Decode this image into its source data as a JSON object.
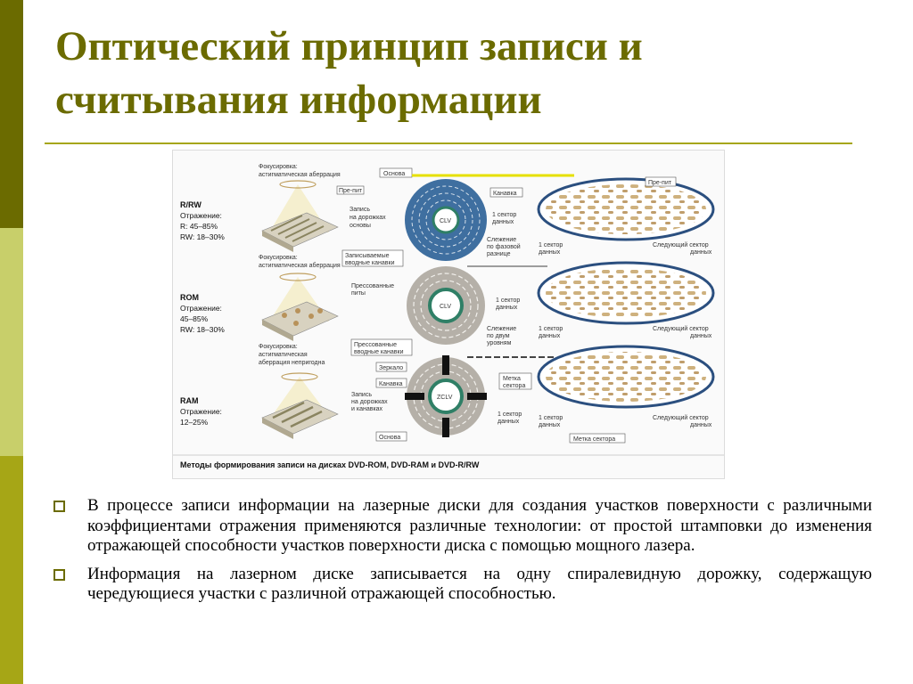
{
  "slide": {
    "title": "Оптический принцип записи и считывания информации"
  },
  "figure": {
    "caption": "Методы формирования записи на дисках DVD-ROM, DVD-RAM и DVD-R/RW",
    "rows": [
      {
        "type_label": "R/RW",
        "reflect_label": "Отражение:",
        "reflect_1": "R: 45–85%",
        "reflect_2": "RW: 18–30%",
        "focus_1": "Фокусировка:",
        "focus_2": "астигматическая аберрация",
        "focus_3": "",
        "center_label": "CLV",
        "label_pit": "Пре-пит",
        "label_record_1": "Запись",
        "label_record_2": "на дорожках",
        "label_record_3": "основы",
        "label_base": "Основа",
        "label_groove": "Канавка",
        "label_sector_1": "1 сектор",
        "label_sector_2": "данных",
        "label_track_1": "Слежение",
        "label_track_2": "по фазовой",
        "label_track_3": "разнице",
        "zoom_pit": "Пре-пит",
        "zoom_left_1": "1 сектор",
        "zoom_left_2": "данных",
        "zoom_right_1": "Следующий сектор",
        "zoom_right_2": "данных"
      },
      {
        "type_label": "ROM",
        "reflect_label": "Отражение:",
        "reflect_1": "45–85%",
        "reflect_2": "RW: 18–30%",
        "focus_1": "Фокусировка:",
        "focus_2": "астигматическая аберрация",
        "focus_3": "",
        "center_label": "CLV",
        "label_groove_1": "Записываемые",
        "label_groove_2": "вводные канавки",
        "label_pressed_1": "Прессованные",
        "label_pressed_2": "питы",
        "label_sector_1": "1 сектор",
        "label_sector_2": "данных",
        "label_track_1": "Слежение",
        "label_track_2": "по двум",
        "label_track_3": "уровням",
        "zoom_left_1": "1 сектор",
        "zoom_left_2": "данных",
        "zoom_right_1": "Следующий сектор",
        "zoom_right_2": "данных"
      },
      {
        "type_label": "RAM",
        "reflect_label": "Отражение:",
        "reflect_1": "12–25%",
        "focus_1": "Фокусировка:",
        "focus_2": "астигматическая",
        "focus_3": "аберрация непригодна",
        "center_label": "ZCLV",
        "label_pressed_1": "Прессованные",
        "label_pressed_2": "вводные канавки",
        "label_mirror": "Зеркало",
        "label_groove": "Канавка",
        "label_record_1": "Запись",
        "label_record_2": "на дорожках",
        "label_record_3": "и канавках",
        "label_base": "Основа",
        "label_mark_1": "Метка",
        "label_mark_2": "сектора",
        "label_sector_1": "1 сектор",
        "label_sector_2": "данных",
        "zoom_left_1": "1 сектор",
        "zoom_left_2": "данных",
        "zoom_right_1": "Следующий сектор",
        "zoom_right_2": "данных",
        "zoom_mark": "Метка сектора"
      }
    ]
  },
  "bullets": [
    "В процессе записи информации на лазерные диски для создания участков поверхности с различными коэффициентами отражения применяются различные технологии: от простой штамповки до изменения отражающей способности участков поверхности диска с помощью мощного лазера.",
    "Информация на лазерном диске записывается на одну спиралевидную дорожку, содержащую чередующиеся участки  с различной отражающей способностью."
  ],
  "colors": {
    "sidebar_dark": "#6b6b00",
    "sidebar_light": "#c8cf6a",
    "sidebar_mid": "#a6a616",
    "title": "#6b6b00",
    "disc_blue": "#3f6fa0",
    "disc_gray": "#b5b0a8",
    "track_green": "#2f7f66",
    "pit_tan": "#c9a870",
    "zoom_border": "#2b4f7f"
  },
  "icons": {
    "bullet": "hollow-square-bullet-icon"
  }
}
